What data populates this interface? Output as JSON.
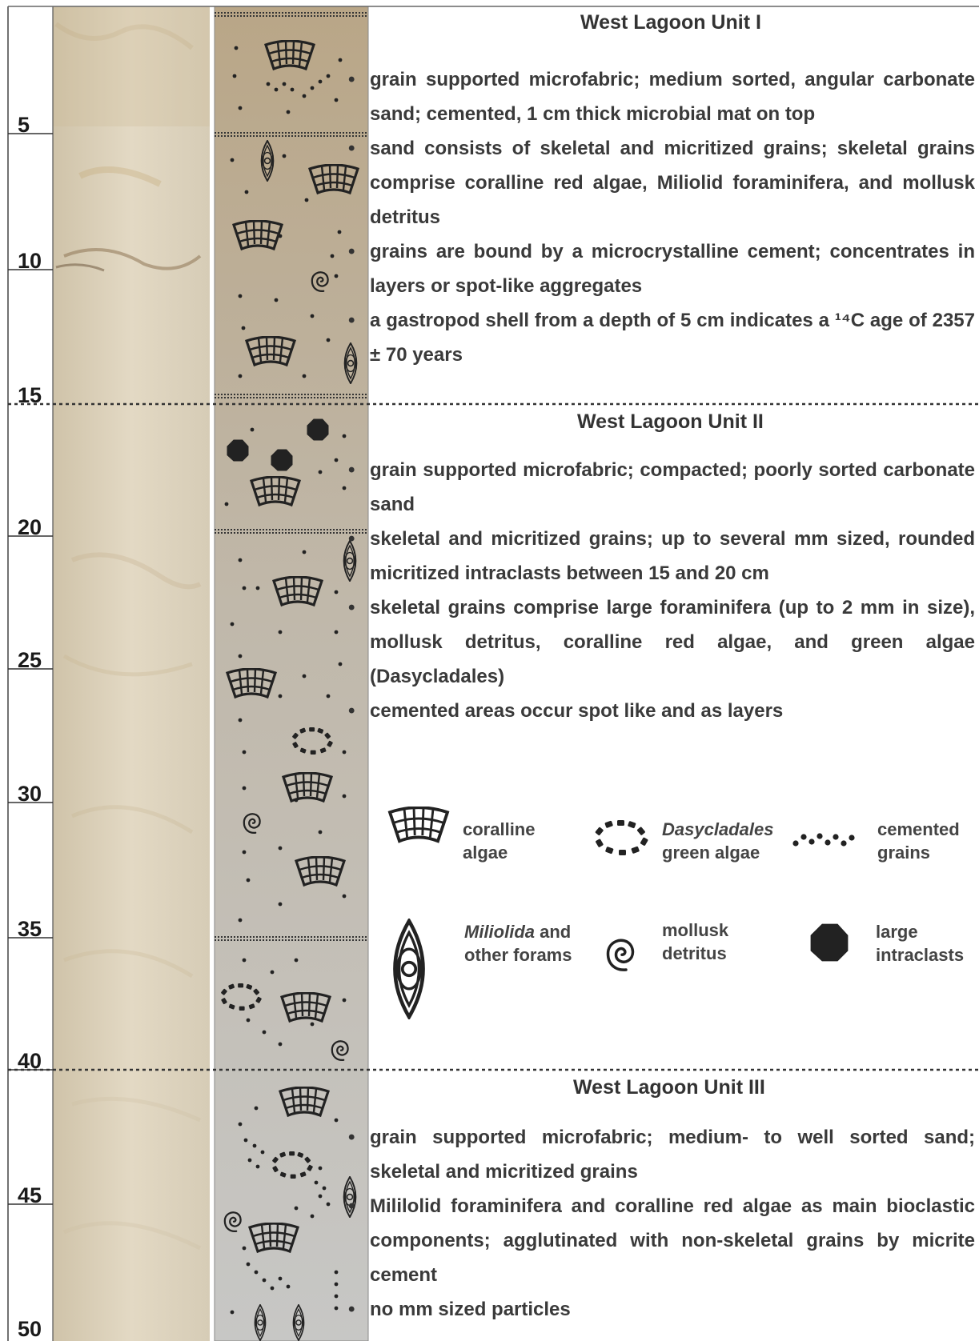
{
  "depth_scale": [
    "5",
    "10",
    "15",
    "20",
    "25",
    "30",
    "35",
    "40",
    "45",
    "50"
  ],
  "units": [
    {
      "title": "West Lagoon Unit I",
      "bullets": [
        "grain supported microfabric; medium sorted, angular carbonate sand; cemented, 1 cm thick microbial mat on top",
        "sand consists of skeletal and micritized grains; skeletal grains comprise coralline red algae, Miliolid foraminifera, and mollusk detritus",
        "grains are bound by a microcrystalline cement; concentrates in layers or spot-like aggregates",
        "a gastropod shell from a depth of 5 cm indicates a ¹⁴C age of 2357 ± 70 years"
      ]
    },
    {
      "title": "West Lagoon Unit II",
      "bullets": [
        "grain supported microfabric; compacted; poorly sorted carbonate sand",
        "skeletal and micritized grains; up to several mm sized, rounded micritized intraclasts between 15 and 20 cm",
        "skeletal grains comprise large foraminifera (up to 2 mm in size), mollusk detritus, coralline red algae, and green algae (Dasycladales)",
        "cemented areas occur spot like and as layers"
      ]
    },
    {
      "title": "West Lagoon Unit III",
      "bullets": [
        "grain supported microfabric; medium- to well sorted sand; skeletal and micritized grains",
        "Mililolid foraminifera and coralline red algae as main bioclastic components; agglutinated with non-skeletal grains by micrite cement",
        "no mm sized particles"
      ]
    }
  ],
  "legend": {
    "coralline": [
      "coralline",
      "algae"
    ],
    "dasy": [
      "Dasycladales",
      "green algae"
    ],
    "cemented": [
      "cemented",
      "grains"
    ],
    "miliolida": [
      "Miliolida",
      " and",
      "other forams"
    ],
    "mollusk": [
      "mollusk",
      "detritus"
    ],
    "intraclasts": [
      "large",
      "intraclasts"
    ]
  },
  "colors": {
    "log_top": "#bba88c",
    "log_bottom": "#c6c6c4",
    "core_photo": "#d8cdb6",
    "symbol": "#222222",
    "text": "#333333"
  },
  "icons": [
    "coralline-algae-icon",
    "dasycladales-icon",
    "cemented-grains-icon",
    "miliolida-icon",
    "mollusk-icon",
    "intraclast-icon"
  ]
}
